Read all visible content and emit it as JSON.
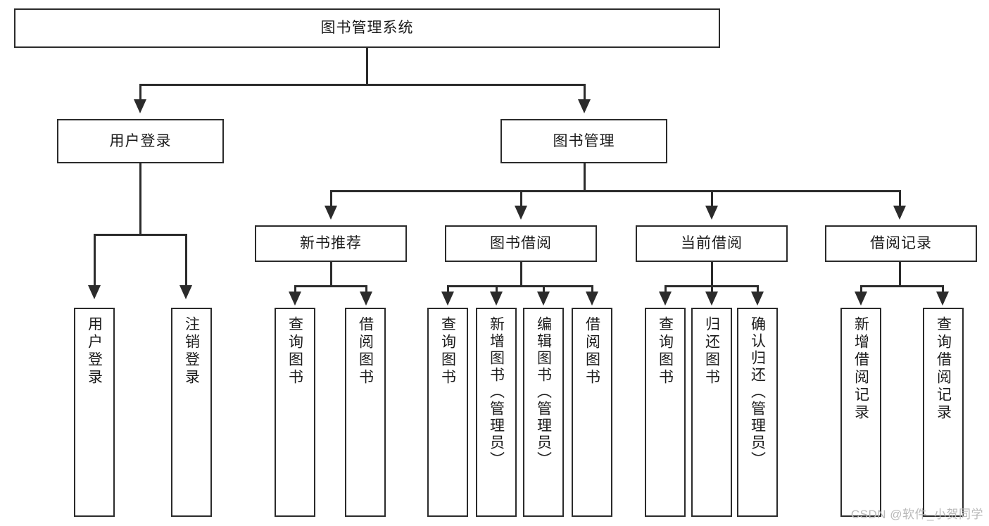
{
  "diagram": {
    "title": "图书管理系统",
    "type": "tree-hierarchy-diagram",
    "watermark": "CSDN @软件_小贺同学",
    "colors": {
      "box_border": "#2b2b2b",
      "box_fill": "#ffffff",
      "connector": "#2b2b2b",
      "text": "#1c1c1c",
      "watermark": "#b9b9b9",
      "background": "#ffffff"
    },
    "levels": {
      "root": {
        "label": "图书管理系统"
      },
      "level2": [
        {
          "label": "用户登录"
        },
        {
          "label": "图书管理"
        }
      ],
      "level3": [
        {
          "label": "新书推荐"
        },
        {
          "label": "图书借阅"
        },
        {
          "label": "当前借阅"
        },
        {
          "label": "借阅记录"
        }
      ],
      "level4": {
        "user_login_children": [
          {
            "label": "用户登录"
          },
          {
            "label": "注销登录"
          }
        ],
        "new_book_children": [
          {
            "label": "查询图书"
          },
          {
            "label": "借阅图书"
          }
        ],
        "book_borrow_children": [
          {
            "label": "查询图书"
          },
          {
            "label": "新增图书（管理员）"
          },
          {
            "label": "编辑图书（管理员）"
          },
          {
            "label": "借阅图书"
          }
        ],
        "current_borrow_children": [
          {
            "label": "查询图书"
          },
          {
            "label": "归还图书"
          },
          {
            "label": "确认归还（管理员）"
          }
        ],
        "borrow_record_children": [
          {
            "label": "新增借阅记录"
          },
          {
            "label": "查询借阅记录"
          }
        ]
      }
    }
  }
}
